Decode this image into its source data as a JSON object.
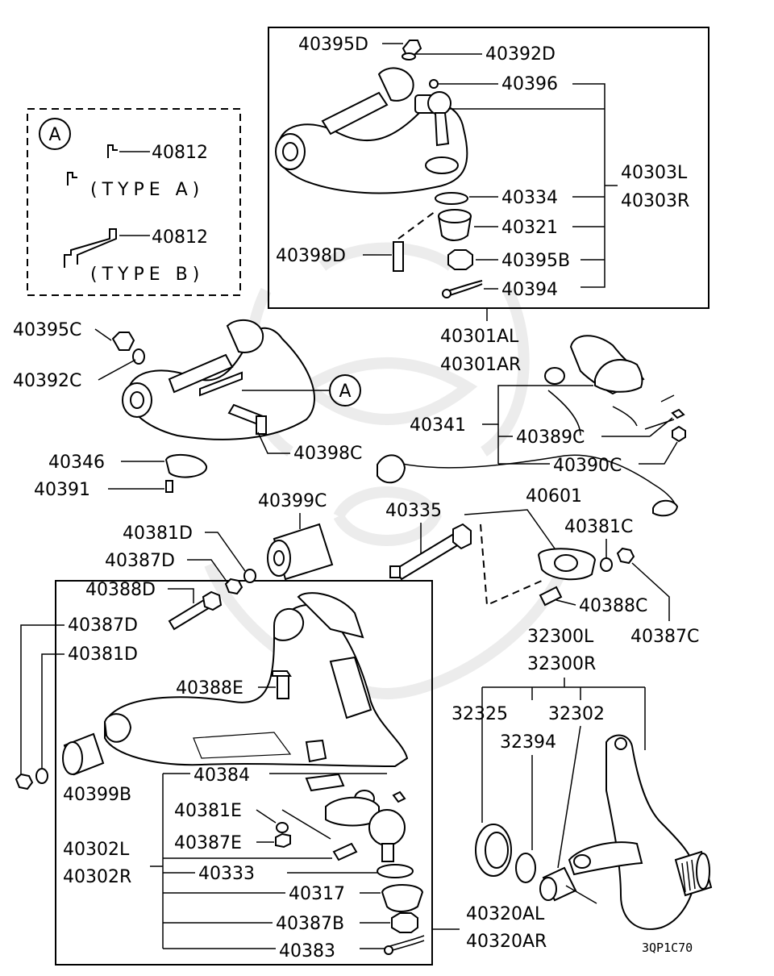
{
  "title": "",
  "diagram_code": "3QP1C70",
  "detail": {
    "circle_label": "A",
    "items": [
      {
        "part": "40812",
        "type": "(TYPE A)"
      },
      {
        "part": "40812",
        "type": "(TYPE B)"
      }
    ]
  },
  "callout_letter": "A",
  "labels": {
    "p40395D": "40395D",
    "p40392D": "40392D",
    "p40396": "40396",
    "p40303L": "40303L",
    "p40303R": "40303R",
    "p40334": "40334",
    "p40321": "40321",
    "p40398D": "40398D",
    "p40395B": "40395B",
    "p40394": "40394",
    "p40301AL": "40301AL",
    "p40301AR": "40301AR",
    "p40395C": "40395C",
    "p40392C": "40392C",
    "p40341": "40341",
    "p40389C": "40389C",
    "p40398C": "40398C",
    "p40346": "40346",
    "p40390C": "40390C",
    "p40391": "40391",
    "p40399C": "40399C",
    "p40335": "40335",
    "p40601": "40601",
    "p40381D_a": "40381D",
    "p40381C": "40381C",
    "p40387D_a": "40387D",
    "p40388D": "40388D",
    "p40388C": "40388C",
    "p40387D_b": "40387D",
    "p40387C": "40387C",
    "p32300L": "32300L",
    "p40381D_b": "40381D",
    "p32300R": "32300R",
    "p40388E": "40388E",
    "p32325": "32325",
    "p32302": "32302",
    "p32394": "32394",
    "p40399B": "40399B",
    "p40384": "40384",
    "p40381E": "40381E",
    "p40387E": "40387E",
    "p40302L": "40302L",
    "p40302R": "40302R",
    "p40333": "40333",
    "p40317": "40317",
    "p40320AL": "40320AL",
    "p40387B": "40387B",
    "p40320AR": "40320AR",
    "p40383": "40383"
  }
}
